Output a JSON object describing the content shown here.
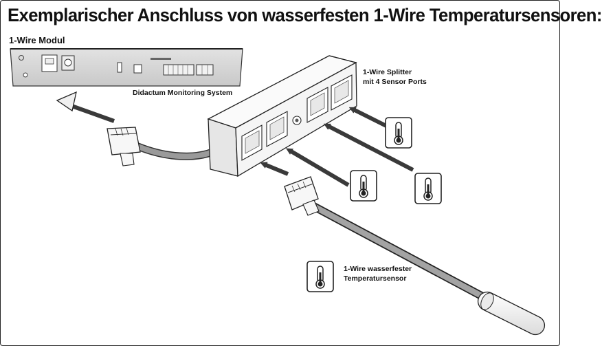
{
  "title": "Exemplarischer Anschluss von wasserfesten 1-Wire Temperatursensoren:",
  "module": {
    "title": "1-Wire Modul",
    "caption": "Didactum Monitoring System"
  },
  "splitter": {
    "label_line1": "1-Wire Splitter",
    "label_line2": "mit 4 Sensor Ports"
  },
  "sensor": {
    "label_line1": "1-Wire wasserfester",
    "label_line2": "Temperatursensor"
  },
  "icons": [
    "thermometer-icon",
    "thermometer-icon",
    "thermometer-icon",
    "thermometer-icon"
  ],
  "colors": {
    "module_body": "#d7d7d7",
    "splitter_body": "#f4f4f4",
    "arrow": "#3a3a3a",
    "cable": "#9a9a9a"
  }
}
